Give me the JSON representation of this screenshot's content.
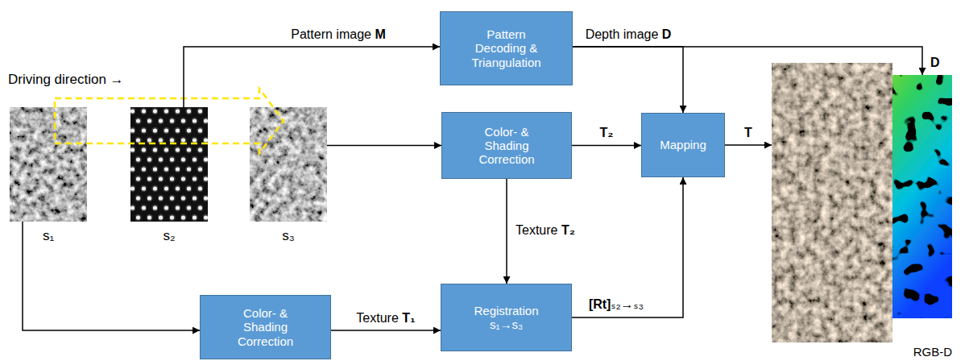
{
  "diagram": {
    "nodes": [
      {
        "text": [
          "s₁"
        ]
      },
      {
        "text": [
          "s₂"
        ]
      },
      {
        "text": [
          "s₃"
        ]
      },
      {
        "text": [
          "Pattern Decoding & Triangulation"
        ]
      },
      {
        "text": [
          "Color- & Shading Correction"
        ]
      },
      {
        "text": [
          "Color- & Shading Correction"
        ]
      },
      {
        "text": [
          "Registration s₁→s₃"
        ]
      },
      {
        "text": [
          "Mapping"
        ]
      },
      {
        "text": [
          "RGB-D"
        ]
      }
    ],
    "edges": [
      {
        "from": 1,
        "to": 3,
        "arrow": "to",
        "label": "Pattern image M"
      },
      {
        "from": 3,
        "to": 7,
        "arrow": "to",
        "label": "Depth image D"
      },
      {
        "from": 3,
        "to": 8,
        "arrow": "to",
        "label": "D"
      },
      {
        "from": 2,
        "to": 4,
        "arrow": "to"
      },
      {
        "from": 4,
        "to": 7,
        "arrow": "to",
        "label": "T₂"
      },
      {
        "from": 4,
        "to": 6,
        "arrow": "to",
        "label": "Texture T₂"
      },
      {
        "from": 0,
        "to": 5,
        "arrow": "to"
      },
      {
        "from": 5,
        "to": 6,
        "arrow": "to",
        "label": "Texture T₁"
      },
      {
        "from": 6,
        "to": 7,
        "arrow": "to",
        "label": "[Rt]ₛ₂→ₛ₃"
      },
      {
        "from": 7,
        "to": 8,
        "arrow": "to",
        "label": "T"
      }
    ],
    "labels": [
      "Driving direction →"
    ]
  }
}
